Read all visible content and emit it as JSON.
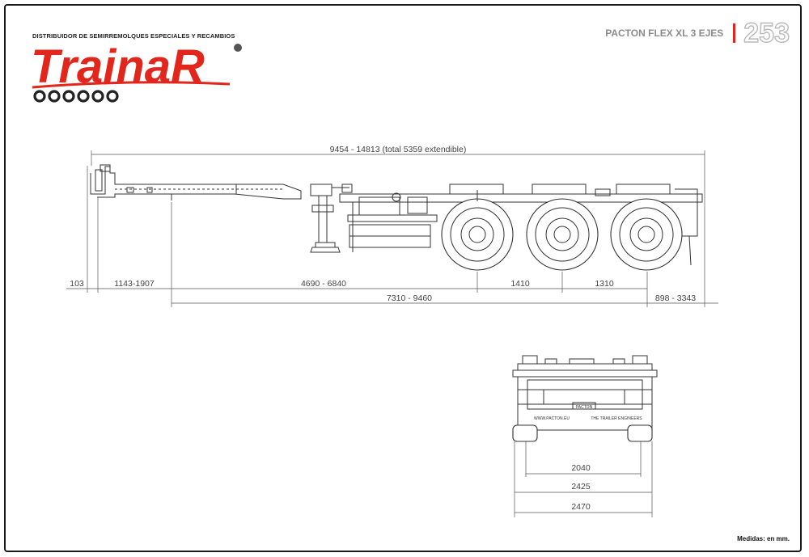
{
  "header": {
    "tagline": "DISTRIBUIDOR DE SEMIRREMOLQUES ESPECIALES Y RECAMBIOS",
    "brand": "TrainaR",
    "model": "PACTON FLEX XL 3 EJES",
    "page_number": "253"
  },
  "colors": {
    "brand_red": "#e2261c",
    "line": "#333333"
  },
  "side_view": {
    "overall_length": "9454 - 14813 (total 5359 extendible)",
    "dims_row1": [
      "103",
      "1143-1907",
      "4690 - 6840",
      "1410",
      "1310"
    ],
    "dims_row2": [
      "7310 - 9460",
      "898 - 3343"
    ]
  },
  "rear_view": {
    "text_left": "WWW.PACTON.EU",
    "text_right": "THE TRAILER ENGINEERS",
    "plate": "PACTON",
    "widths": [
      "2040",
      "2425",
      "2470"
    ]
  },
  "footer": {
    "units_note": "Medidas: en mm."
  }
}
